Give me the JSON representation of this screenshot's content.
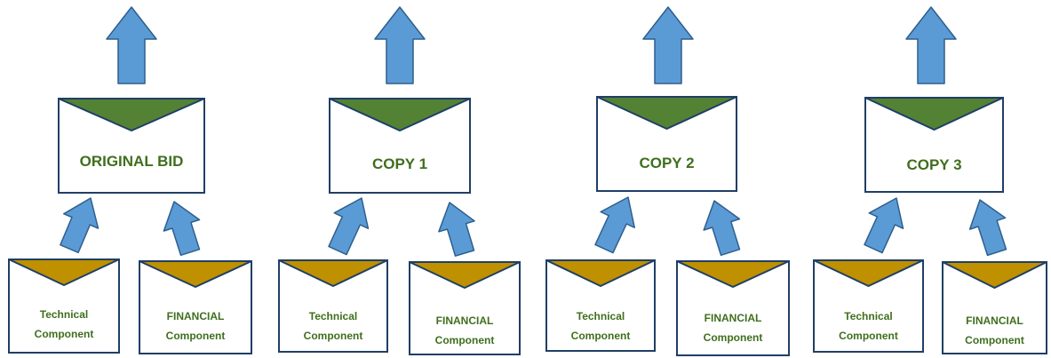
{
  "groups": [
    {
      "main_label": "ORIGINAL BID",
      "components": [
        {
          "line1": "Technical",
          "line2": "Component"
        },
        {
          "line1": "FINANCIAL",
          "line2": "Component"
        }
      ]
    },
    {
      "main_label": "COPY 1",
      "components": [
        {
          "line1": "Technical",
          "line2": "Component"
        },
        {
          "line1": "FINANCIAL",
          "line2": "Component"
        }
      ]
    },
    {
      "main_label": "COPY 2",
      "components": [
        {
          "line1": "Technical",
          "line2": "Component"
        },
        {
          "line1": "FINANCIAL",
          "line2": "Component"
        }
      ]
    },
    {
      "main_label": "COPY 3",
      "components": [
        {
          "line1": "Technical",
          "line2": "Component"
        },
        {
          "line1": "FINANCIAL",
          "line2": "Component"
        }
      ]
    }
  ],
  "colors": {
    "arrow_fill": "#5b9bd5",
    "arrow_stroke": "#2e5f8e",
    "main_flap": "#548235",
    "component_flap": "#bf9000",
    "envelope_stroke": "#1f3f66",
    "label_text": "#3f6f1e"
  }
}
